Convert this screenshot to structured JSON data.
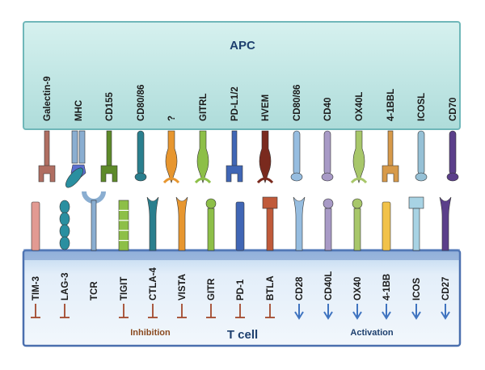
{
  "apc_label": "APC",
  "tcell_label": "T cell",
  "inhibition_label": "Inhibition",
  "activation_label": "Activation",
  "colors": {
    "apc_fill": "#c2e8e6",
    "apc_border": "#6fb7b9",
    "tcell_fill": "#d8e9f7",
    "tcell_border": "#4a6fae",
    "inhibition_text": "#8a4a20",
    "inhibition_symbol": "#a2482c",
    "activation_text": "#1d3f6e",
    "activation_arrow": "#3f74c0"
  },
  "apc_ligands": [
    {
      "label": "Galectin-9",
      "shape": "fork",
      "color": "#b06e62"
    },
    {
      "label": "MHC",
      "shape": "mhc",
      "color": "#8aaed1"
    },
    {
      "label": "CD155",
      "shape": "fork",
      "color": "#5e8a2a"
    },
    {
      "label": "CD80/86",
      "shape": "bulb",
      "color": "#2a7f8e"
    },
    {
      "label": "?",
      "shape": "cone",
      "color": "#e7962f"
    },
    {
      "label": "GITRL",
      "shape": "cone",
      "color": "#8dbf48"
    },
    {
      "label": "PD-L1/2",
      "shape": "fork",
      "color": "#4066b5"
    },
    {
      "label": "HVEM",
      "shape": "cone",
      "color": "#7a2a1e"
    },
    {
      "label": "CD80/86",
      "shape": "bulb",
      "color": "#96bde0"
    },
    {
      "label": "CD40",
      "shape": "bulb",
      "color": "#a89ac6"
    },
    {
      "label": "OX40L",
      "shape": "cone",
      "color": "#a8c76a"
    },
    {
      "label": "4-1BBL",
      "shape": "fork",
      "color": "#d79a4a"
    },
    {
      "label": "ICOSL",
      "shape": "bulb",
      "color": "#96c1d6"
    },
    {
      "label": "CD70",
      "shape": "bulb",
      "color": "#5b3f8a"
    }
  ],
  "tcell_receptors": [
    {
      "label": "TIM-3",
      "shape": "rod",
      "color": "#e29a92",
      "signal": "inhibition"
    },
    {
      "label": "LAG-3",
      "shape": "chain",
      "color": "#2a8fa0",
      "signal": "inhibition"
    },
    {
      "label": "TCR",
      "shape": "cup",
      "color": "#8aaed1",
      "signal": "none"
    },
    {
      "label": "TIGIT",
      "shape": "segmented",
      "color": "#8dbf48",
      "signal": "inhibition"
    },
    {
      "label": "CTLA-4",
      "shape": "vrod",
      "color": "#2a7f8e",
      "signal": "inhibition"
    },
    {
      "label": "VISTA",
      "shape": "vrod",
      "color": "#e7962f",
      "signal": "inhibition"
    },
    {
      "label": "GITR",
      "shape": "ball",
      "color": "#8dbf48",
      "signal": "inhibition"
    },
    {
      "label": "PD-1",
      "shape": "rod",
      "color": "#4066b5",
      "signal": "inhibition"
    },
    {
      "label": "BTLA",
      "shape": "block",
      "color": "#c05a3a",
      "signal": "inhibition"
    },
    {
      "label": "CD28",
      "shape": "vrod",
      "color": "#96bde0",
      "signal": "activation"
    },
    {
      "label": "CD40L",
      "shape": "ball",
      "color": "#a89ac6",
      "signal": "activation"
    },
    {
      "label": "OX40",
      "shape": "ball",
      "color": "#a8c76a",
      "signal": "activation"
    },
    {
      "label": "4-1BB",
      "shape": "rod",
      "color": "#f1c24a",
      "signal": "activation"
    },
    {
      "label": "ICOS",
      "shape": "block",
      "color": "#a8d3e4",
      "signal": "activation"
    },
    {
      "label": "CD27",
      "shape": "vrod",
      "color": "#5b3f8a",
      "signal": "activation"
    }
  ]
}
